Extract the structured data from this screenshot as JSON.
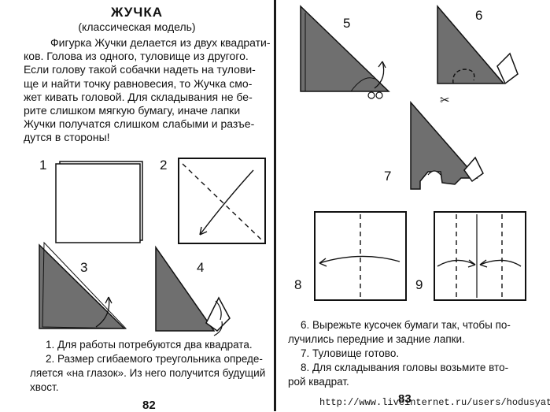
{
  "left_page": {
    "title": "ЖУЧКА",
    "subtitle": "(классическая модель)",
    "intro_lines": [
      "Фигурка Жучки делается из двух квадрати-",
      "ков. Голова из одного, туловище из другого.",
      "Если голову такой собачки надеть на тулови-",
      "ще и найти точку равновесия, то Жучка смо-",
      "жет кивать головой. Для складывания не бе-",
      "рите слишком мягкую бумагу, иначе лапки",
      "Жучки получатся слишком слабыми и разъе-",
      "дутся в стороны!"
    ],
    "steps": [
      "1",
      "2",
      "3",
      "4"
    ],
    "notes": [
      "1. Для работы потребуются два квадрата.",
      "2. Размер сгибаемого треугольника опреде-",
      "ляется «на глазок». Из него получится будущий",
      "хвост."
    ],
    "page_number": "82"
  },
  "right_page": {
    "steps": [
      "5",
      "6",
      "7",
      "8",
      "9"
    ],
    "notes": [
      "6. Вырежьте кусочек бумаги так, чтобы по-",
      "лучились передние и задние лапки.",
      "7. Туловище готово.",
      "8. Для складывания головы возьмите вто-",
      "рой квадрат."
    ],
    "page_number": "83",
    "watermark": "http://www.liveinternet.ru/users/hodusyata/"
  },
  "icons": {
    "scissors": "scissors-icon"
  }
}
